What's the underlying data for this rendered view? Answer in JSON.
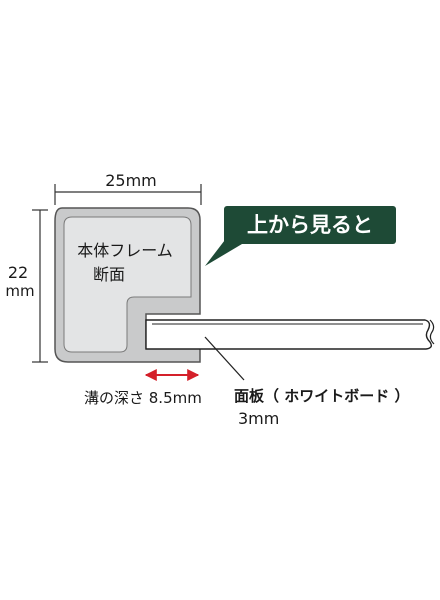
{
  "dimensions": {
    "width_label": "25mm",
    "height_label_line1": "22",
    "height_label_line2": "mm"
  },
  "frame_profile": {
    "label_line1": "本体フレーム",
    "label_line2": "断面",
    "fill_color": "#c9cacb",
    "outline_color": "#555555"
  },
  "callout": {
    "text": "上から見ると",
    "background_color": "#1e4a36",
    "text_color": "#ffffff"
  },
  "groove": {
    "label": "溝の深さ 8.5mm",
    "arrow_color": "#d4202a"
  },
  "face_board": {
    "label_line1": "面板（ ホワイトボード ）",
    "label_line2": "3mm"
  }
}
